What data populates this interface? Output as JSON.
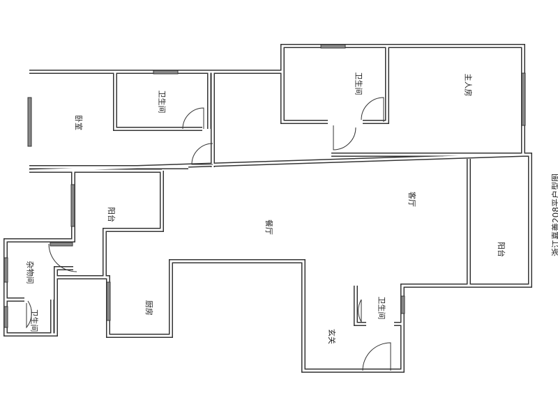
{
  "title": "浙江嘉善208平户型图",
  "rooms": {
    "bedroom": "卧室",
    "bath_top_left": "卫生间",
    "bath_top_right": "卫生间",
    "master_bedroom": "主人房",
    "balcony_left": "阳台",
    "dining": "餐厅",
    "living": "客厅",
    "balcony_right": "阳台",
    "storage": "杂物间",
    "bath_bottom_left": "卫生间",
    "kitchen": "厨房",
    "bath_entry": "卫生间",
    "foyer": "玄关"
  }
}
